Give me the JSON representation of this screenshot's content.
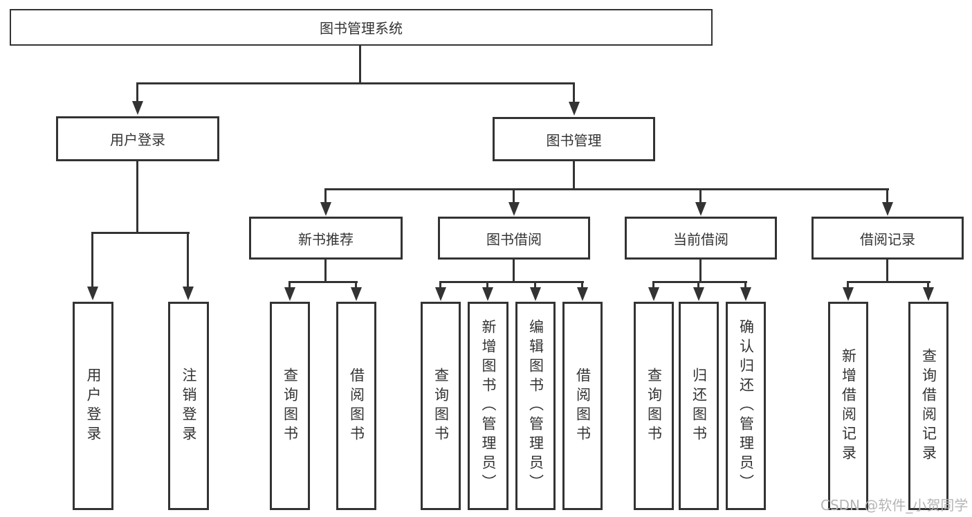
{
  "root": {
    "label": "图书管理系统"
  },
  "branches": [
    {
      "label": "用户登录",
      "children": [
        {
          "label": "用户登录"
        },
        {
          "label": "注销登录"
        }
      ]
    },
    {
      "label": "图书管理"
    }
  ],
  "modules": [
    {
      "label": "新书推荐",
      "children": [
        {
          "label": "查询图书"
        },
        {
          "label": "借阅图书"
        }
      ]
    },
    {
      "label": "图书借阅",
      "children": [
        {
          "label": "查询图书"
        },
        {
          "label": "新增图书（管理员）"
        },
        {
          "label": "编辑图书（管理员）"
        },
        {
          "label": "借阅图书"
        }
      ]
    },
    {
      "label": "当前借阅",
      "children": [
        {
          "label": "查询图书"
        },
        {
          "label": "归还图书"
        },
        {
          "label": "确认归还（管理员）"
        }
      ]
    },
    {
      "label": "借阅记录",
      "children": [
        {
          "label": "新增借阅记录"
        },
        {
          "label": "查询借阅记录"
        }
      ]
    }
  ],
  "watermark": {
    "text": "CSDN @软件_小贺同学"
  },
  "colors": {
    "line": "#333333",
    "box_bg": "#ffffff",
    "text": "#333333",
    "watermark": "#b5b5b5"
  }
}
